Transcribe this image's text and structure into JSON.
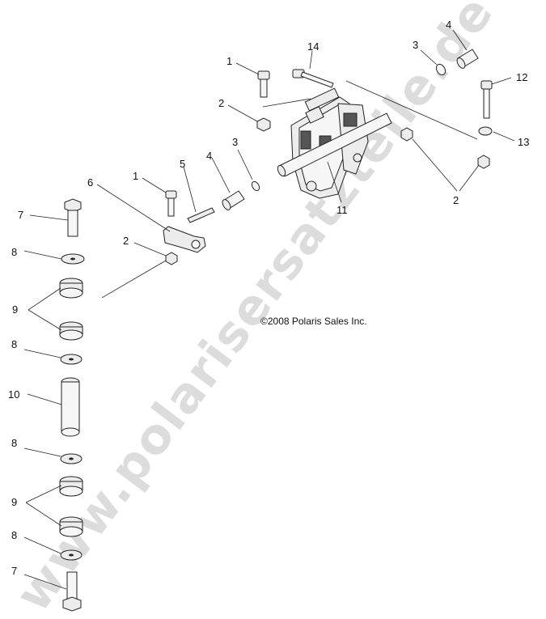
{
  "watermark": "www.polarisersatzteile.de",
  "copyright": "©2008 Polaris Sales Inc.",
  "callouts": {
    "c1a": "1",
    "c1b": "1",
    "c2a": "2",
    "c2b": "2",
    "c2c": "2",
    "c3a": "3",
    "c3b": "3",
    "c4a": "4",
    "c4b": "4",
    "c5": "5",
    "c6": "6",
    "c7a": "7",
    "c7b": "7",
    "c8a": "8",
    "c8b": "8",
    "c8c": "8",
    "c8d": "8",
    "c9a": "9",
    "c9b": "9",
    "c10": "10",
    "c11": "11",
    "c12": "12",
    "c13": "13",
    "c14": "14"
  }
}
